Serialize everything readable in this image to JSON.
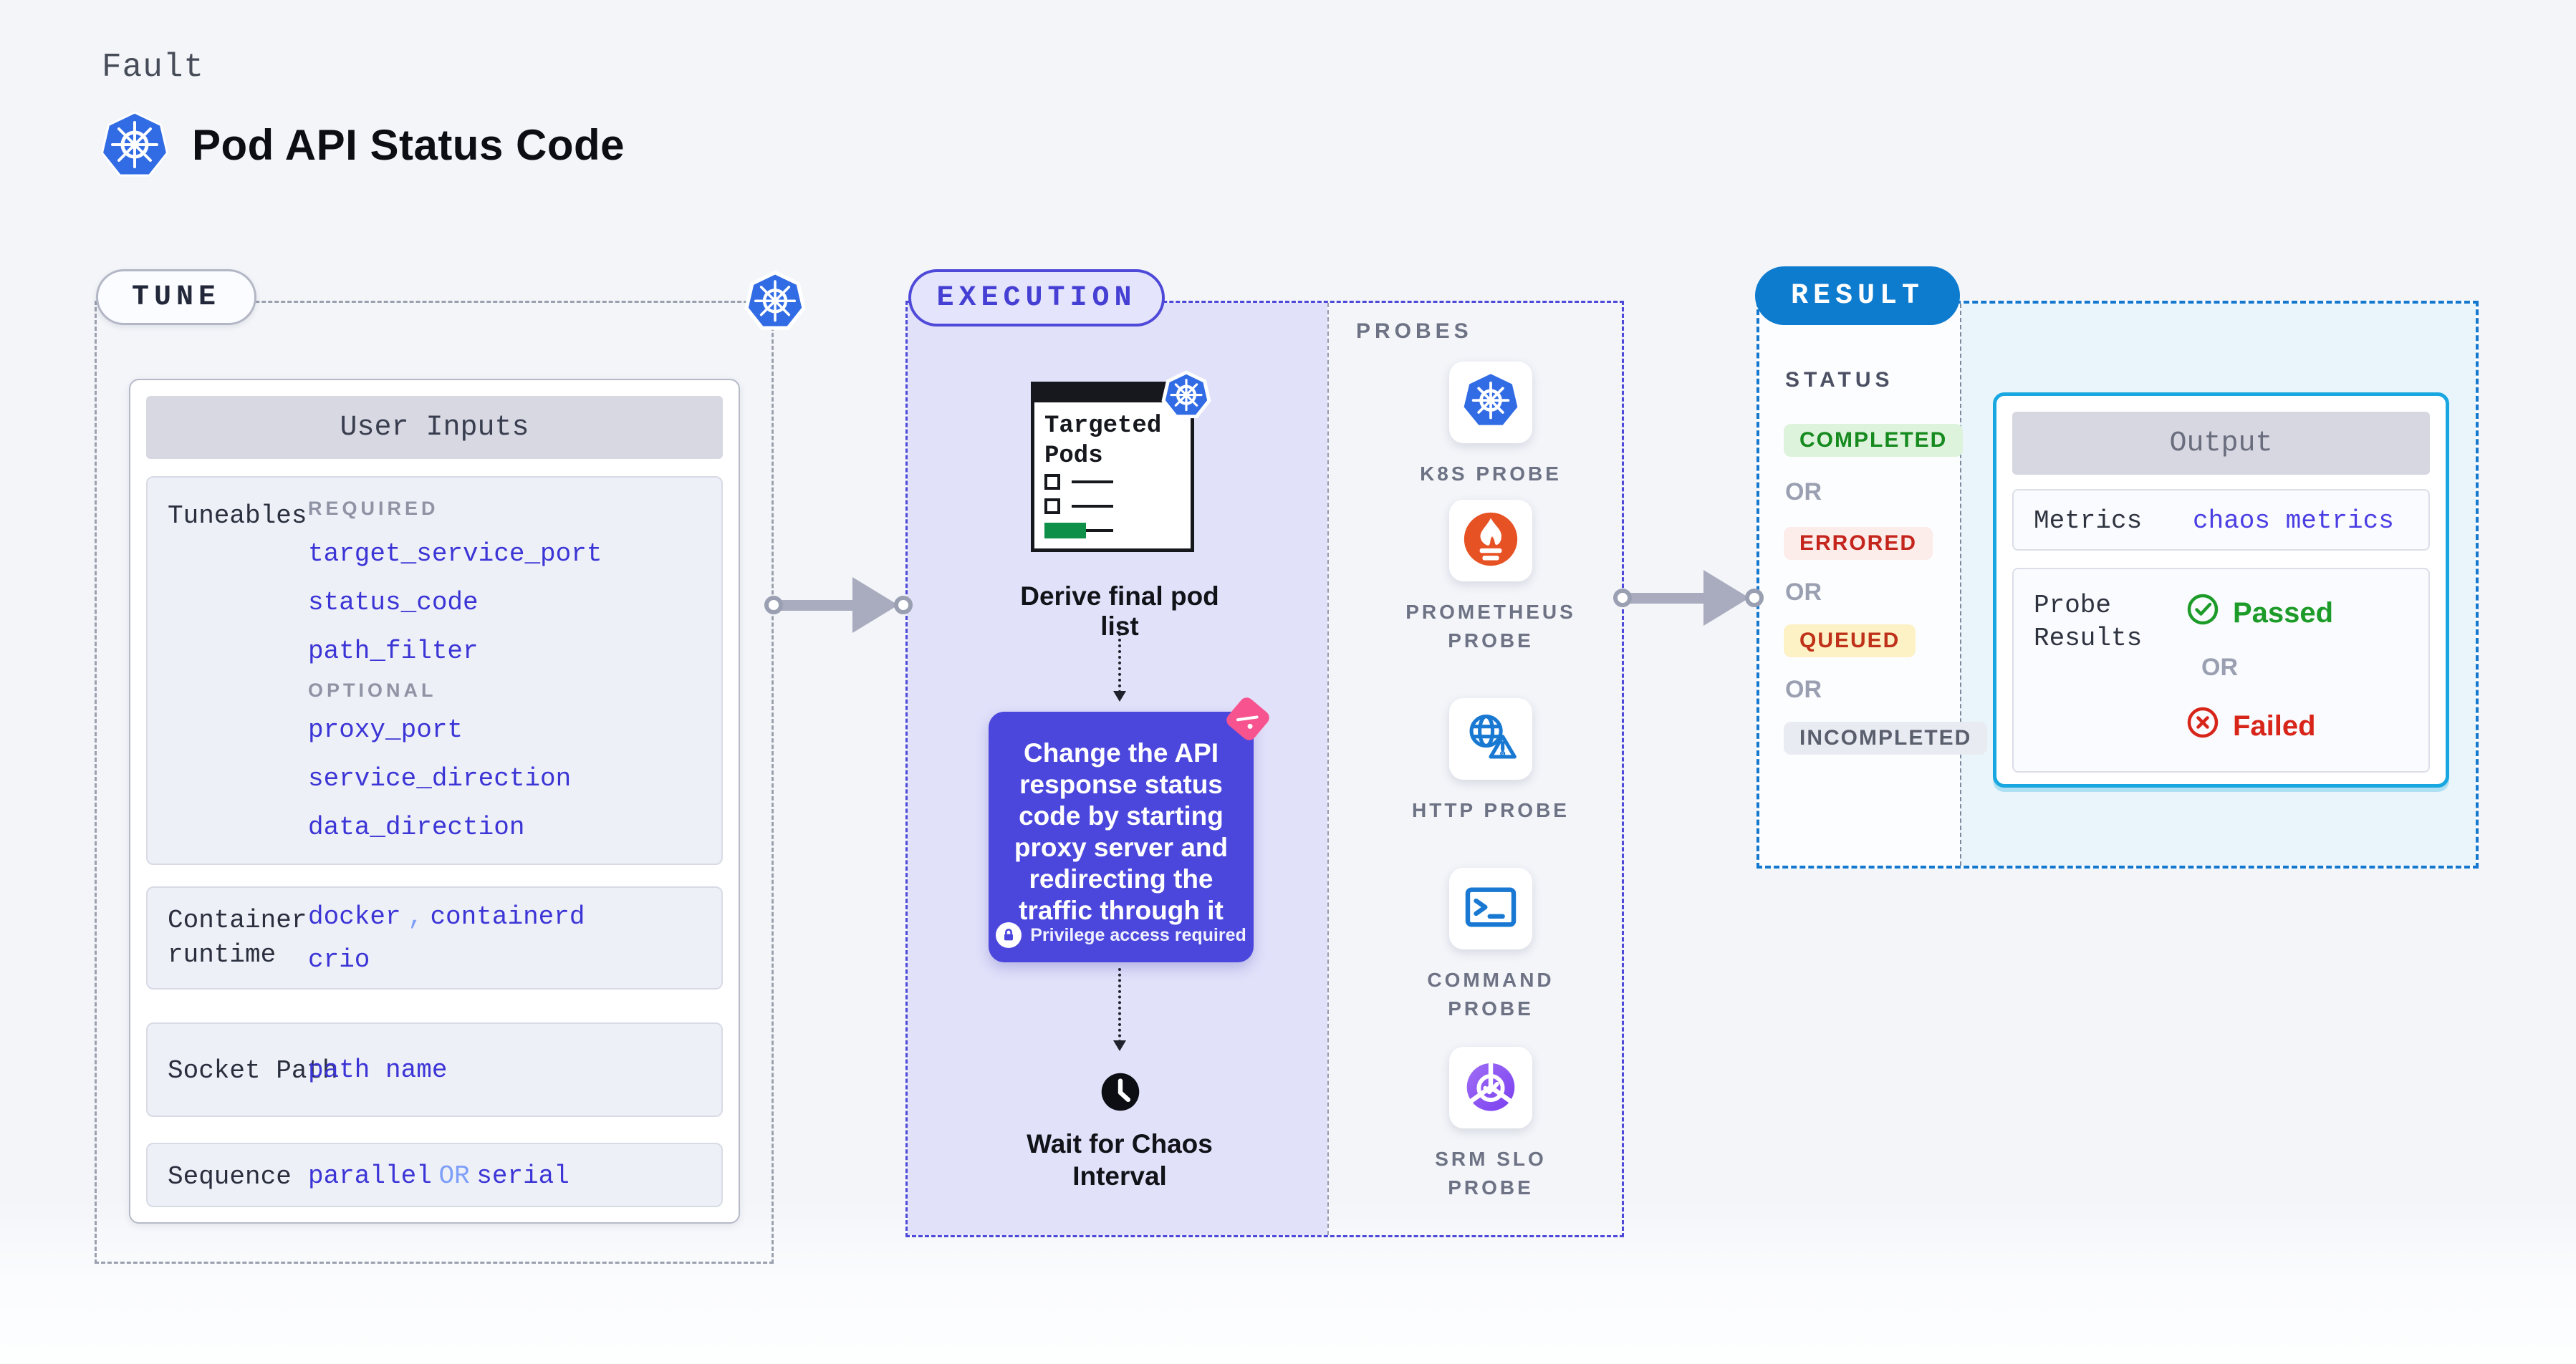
{
  "header": {
    "eyebrow": "Fault",
    "title": "Pod API Status Code"
  },
  "tune": {
    "label": "TUNE",
    "user_inputs": {
      "title": "User Inputs",
      "tuneables": {
        "label": "Tuneables",
        "required_label": "REQUIRED",
        "required": [
          "target_service_port",
          "status_code",
          "path_filter"
        ],
        "optional_label": "OPTIONAL",
        "optional": [
          "proxy_port",
          "service_direction",
          "data_direction"
        ]
      },
      "container_runtime": {
        "label": "Container runtime",
        "value_a": "docker",
        "comma": ",",
        "value_b": "containerd",
        "value_c": "crio"
      },
      "socket_path": {
        "label": "Socket Path",
        "value": "path name"
      },
      "sequence": {
        "label": "Sequence",
        "value_a": "parallel",
        "or": "OR",
        "value_b": "serial"
      }
    }
  },
  "execution": {
    "label": "EXECUTION",
    "targeted_pods_title": "Targeted Pods",
    "derive_caption": "Derive final pod list",
    "action_card": {
      "text": "Change the API response status code by starting proxy server and redirecting the traffic through it",
      "privilege_note": "Privilege access required"
    },
    "wait_caption": "Wait for Chaos Interval"
  },
  "probes": {
    "label": "PROBES",
    "items": [
      {
        "icon": "kubernetes",
        "line1": "K8S PROBE",
        "line2": ""
      },
      {
        "icon": "prometheus",
        "line1": "PROMETHEUS",
        "line2": "PROBE"
      },
      {
        "icon": "http-globe",
        "line1": "HTTP PROBE",
        "line2": ""
      },
      {
        "icon": "command-terminal",
        "line1": "COMMAND",
        "line2": "PROBE"
      },
      {
        "icon": "srm-slo",
        "line1": "SRM SLO",
        "line2": "PROBE"
      }
    ]
  },
  "result": {
    "label": "RESULT",
    "status": {
      "label": "STATUS",
      "separator": "OR",
      "badges": [
        "COMPLETED",
        "ERRORED",
        "QUEUED",
        "INCOMPLETED"
      ]
    },
    "output": {
      "title": "Output",
      "metrics_label": "Metrics",
      "metrics_value": "chaos metrics",
      "probe_results_label": "Probe Results",
      "passed": "Passed",
      "or": "OR",
      "failed": "Failed"
    }
  },
  "colors": {
    "accent_indigo": "#4b46dc",
    "lavender_bg": "#e1e1fa",
    "k8s_blue": "#326ce5",
    "value_indigo": "#3c35d6",
    "value_soft_blue": "#7d9ff8",
    "result_blue": "#0d7bce",
    "cyan_border": "#18a7e0",
    "cyan_bg": "#e9f5fb",
    "completed_green": "#168a1f",
    "errored_red": "#c4251c",
    "queued_amber_bg": "#fdf1c6",
    "passed_green": "#1d9b29",
    "failed_red": "#d8251a",
    "prometheus_orange": "#e75225",
    "pink_badge": "#f7548f",
    "targeted_green": "#0f9049"
  }
}
